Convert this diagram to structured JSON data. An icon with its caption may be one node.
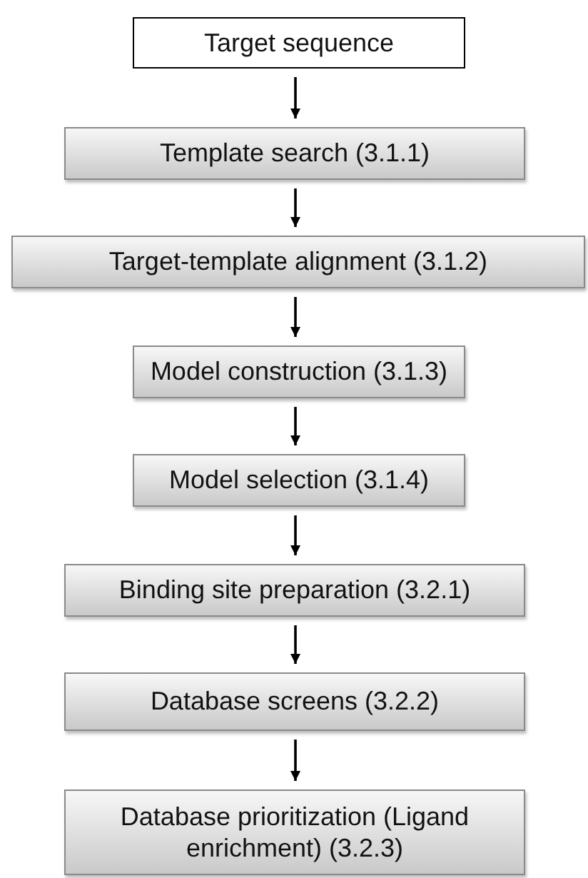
{
  "diagram": {
    "nodes": [
      {
        "text": [
          "Target sequence"
        ]
      },
      {
        "text": [
          "Template search (3.1.1)"
        ]
      },
      {
        "text": [
          "Target-template alignment (3.1.2)"
        ]
      },
      {
        "text": [
          "Model construction (3.1.3)"
        ]
      },
      {
        "text": [
          "Model selection (3.1.4)"
        ]
      },
      {
        "text": [
          "Binding site preparation (3.2.1)"
        ]
      },
      {
        "text": [
          "Database screens (3.2.2)"
        ]
      },
      {
        "text": [
          "Database prioritization (Ligand enrichment) (3.2.3)"
        ]
      }
    ],
    "edges": [
      {
        "from": 0,
        "to": 1,
        "arrow": "to"
      },
      {
        "from": 1,
        "to": 2,
        "arrow": "to"
      },
      {
        "from": 2,
        "to": 3,
        "arrow": "to"
      },
      {
        "from": 3,
        "to": 4,
        "arrow": "to"
      },
      {
        "from": 4,
        "to": 5,
        "arrow": "to"
      },
      {
        "from": 5,
        "to": 6,
        "arrow": "to"
      },
      {
        "from": 6,
        "to": 7,
        "arrow": "to"
      }
    ]
  }
}
